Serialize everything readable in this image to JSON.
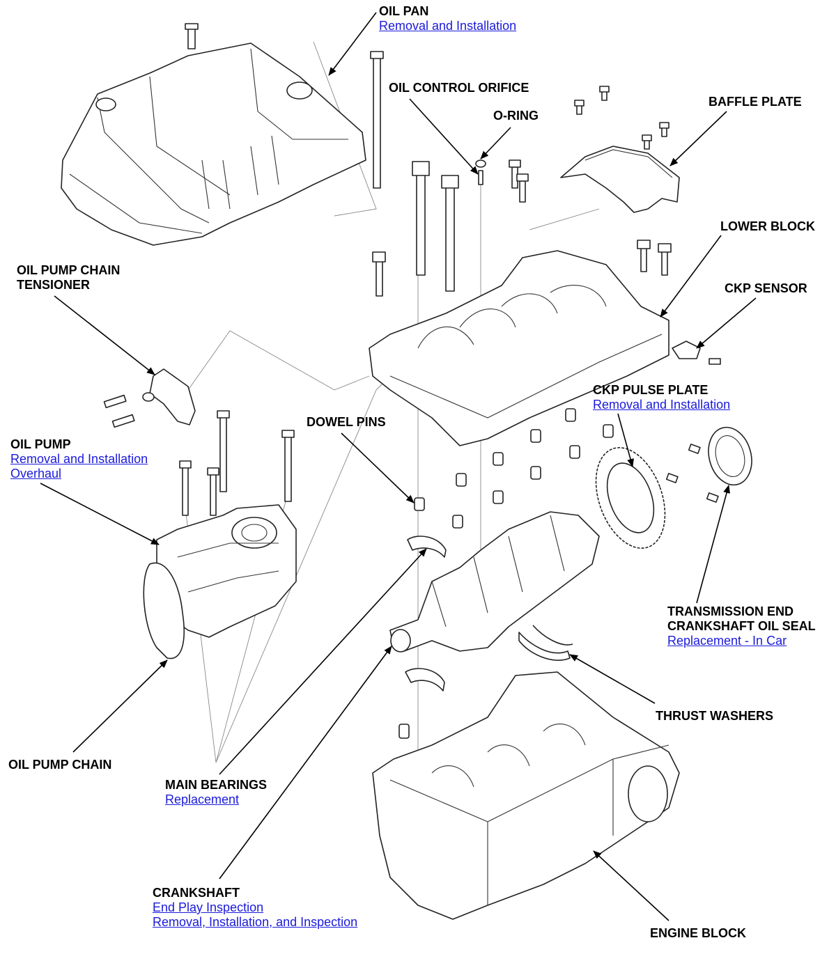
{
  "labels": {
    "oil_pan": {
      "title": "OIL PAN",
      "links": [
        "Removal and Installation"
      ]
    },
    "oil_control_orifice": {
      "title": "OIL CONTROL ORIFICE"
    },
    "o_ring": {
      "title": "O-RING"
    },
    "baffle_plate": {
      "title": "BAFFLE PLATE"
    },
    "lower_block": {
      "title": "LOWER BLOCK"
    },
    "oil_pump_chain_tensioner": {
      "title_lines": [
        "OIL PUMP CHAIN",
        "TENSIONER"
      ]
    },
    "ckp_sensor": {
      "title": "CKP SENSOR"
    },
    "ckp_pulse_plate": {
      "title": "CKP PULSE PLATE",
      "links": [
        "Removal and Installation"
      ]
    },
    "dowel_pins": {
      "title": "DOWEL PINS"
    },
    "oil_pump": {
      "title": "OIL PUMP",
      "links": [
        "Removal and Installation",
        "Overhaul"
      ]
    },
    "transmission_end_seal": {
      "title_lines": [
        "TRANSMISSION END",
        "CRANKSHAFT OIL SEAL"
      ],
      "links": [
        "Replacement - In Car"
      ]
    },
    "thrust_washers": {
      "title": "THRUST WASHERS"
    },
    "oil_pump_chain": {
      "title": "OIL PUMP CHAIN"
    },
    "main_bearings": {
      "title": "MAIN BEARINGS",
      "links": [
        "Replacement"
      ]
    },
    "crankshaft": {
      "title": "CRANKSHAFT",
      "links": [
        "End Play Inspection",
        "Removal, Installation, and Inspection"
      ]
    },
    "engine_block": {
      "title": "ENGINE BLOCK"
    }
  },
  "colors": {
    "link": "#1a1adb",
    "line": "#000000"
  }
}
